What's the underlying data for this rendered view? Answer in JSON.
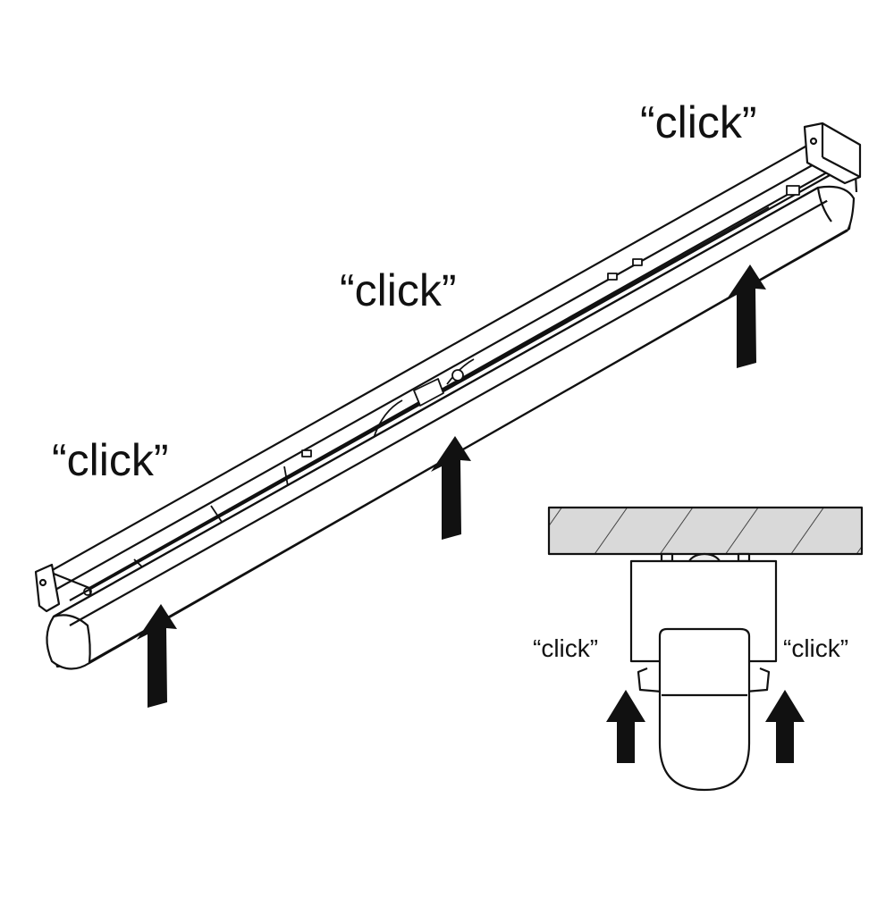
{
  "main_view": {
    "labels": {
      "top": "“click”",
      "middle": "“click”",
      "left": "“click”"
    }
  },
  "detail_view": {
    "labels": {
      "left": "“click”",
      "right": "“click”"
    }
  },
  "colors": {
    "ink": "#111111",
    "ceiling_fill": "#d9d9d9",
    "background": "#ffffff"
  }
}
